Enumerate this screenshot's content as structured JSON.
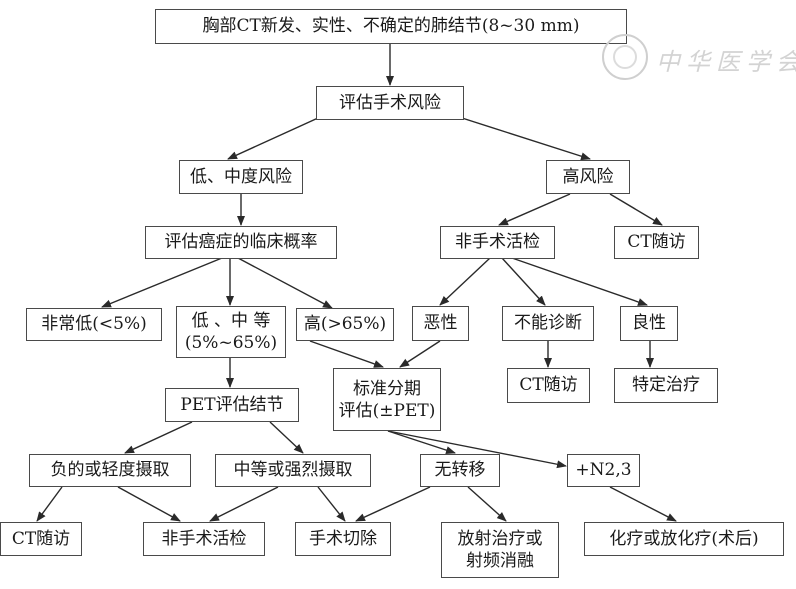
{
  "nodes": {
    "root": "胸部CT新发、实性、不确定的肺结节(8~30 mm)",
    "assess_risk": "评估手术风险",
    "low_mid_risk": "低、中度风险",
    "high_risk": "高风险",
    "assess_prob": "评估癌症的临床概率",
    "nonsurg_biopsy_top": "非手术活检",
    "ct_followup_top": "CT随访",
    "very_low": "非常低(<5%)",
    "low_mid_prob_l1": "低 、中 等",
    "low_mid_prob_l2": "(5%~65%)",
    "high_prob": "高(>65%)",
    "malignant": "恶性",
    "nondiagnostic": "不能诊断",
    "benign": "良性",
    "staging_l1": "标准分期",
    "staging_l2": "评估(±PET)",
    "ct_followup_mid": "CT随访",
    "specific_treatment": "特定治疗",
    "pet_assess": "PET评估结节",
    "neg_mild": "负的或轻度摄取",
    "moderate_intense": "中等或强烈摄取",
    "no_metastasis": "无转移",
    "n23": "+N2,3",
    "ct_followup_bottom": "CT随访",
    "nonsurg_biopsy_bottom": "非手术活检",
    "surgical_resection": "手术切除",
    "radiotherapy_l1": "放射治疗或",
    "radiotherapy_l2": "射频消融",
    "chemo": "化疗或放化疗(术后)"
  },
  "watermark": "中华医学会",
  "colors": {
    "stroke": "#2a2a2a",
    "box_border": "#4a4a4a",
    "background": "#ffffff",
    "watermark": "#d3d3d3"
  }
}
